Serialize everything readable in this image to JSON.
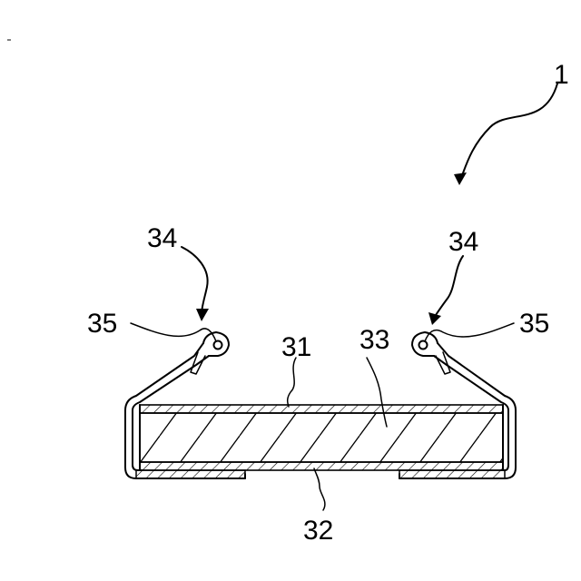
{
  "figure": {
    "labels": {
      "assembly": "1",
      "hook_left": "34",
      "hook_right": "34",
      "tab_left": "35",
      "tab_right": "35",
      "top_plate": "31",
      "bottom_plate": "32",
      "core": "33"
    }
  }
}
